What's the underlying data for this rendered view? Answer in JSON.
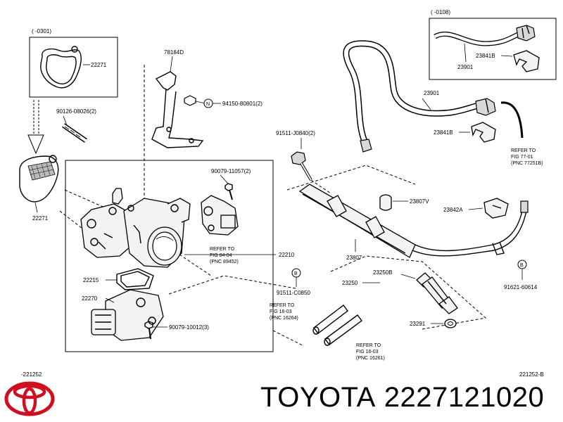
{
  "diagram": {
    "brand_name": "TOYOTA",
    "part_number": "2227121020",
    "corner_codes": {
      "bottom_left": "-221252",
      "bottom_right": "221252-B",
      "top_left_range": "(    -0301)",
      "top_right_range": "(    -0108)"
    },
    "part_labels": {
      "gasket_top": "22271",
      "gasket_bottom": "22271",
      "stud": "90126-08026(2)",
      "bracket": "78184D",
      "nut": "94150-80801(2)",
      "screw_top": "90079-11057(2)",
      "screw_bottom": "90079-10012(3)",
      "throttle_body": "22210",
      "gasket_iac": "22215",
      "iac_valve": "22270",
      "bolt_a": "91511-J0840(2)",
      "bolt_b": "91511-C0850",
      "hose": "23901",
      "hose_inset": "23901",
      "clamp_inset": "23841B",
      "clamp": "23841B",
      "cushion": "23807V",
      "clamp_b": "23842A",
      "delivery_pipe": "23807",
      "injector_assy": "23250",
      "o_ring": "23250B",
      "insulator": "23291",
      "bolt_c": "91621-60614"
    },
    "marker_symbols": {
      "n": "N",
      "b": "B"
    },
    "refs": {
      "ref_a": {
        "line1": "REFER TO",
        "line2": "FIG 84-04",
        "line3": "(PNC 89452)"
      },
      "ref_b": {
        "line1": "REFER TO",
        "line2": "FIG 77-01",
        "line3": "(PNC 77251B)"
      },
      "ref_c": {
        "line1": "REFER TO",
        "line2": "FIG 16-03",
        "line3": "(PNC 16264)"
      },
      "ref_d": {
        "line1": "REFER TO",
        "line2": "FIG 16-03",
        "line3": "(PNC 16261)"
      }
    },
    "logo_name": "toyota-logo"
  }
}
